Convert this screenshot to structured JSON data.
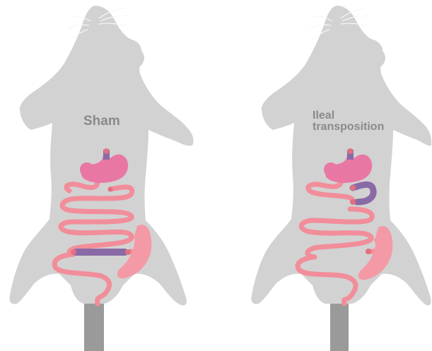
{
  "panels": [
    {
      "label_lines": [
        "Sham"
      ]
    },
    {
      "label_lines": [
        "Ileal",
        "transposition"
      ]
    }
  ],
  "colors": {
    "background": "#ffffff",
    "body_silhouette": "#d2d2d2",
    "whiskers": "#f7f7f7",
    "tail": "#9a9a9a",
    "label": "#8a8a8a",
    "intestine": "#f28d9a",
    "intestine_dark": "#e36f80",
    "stomach": "#e878a3",
    "ileum_segment": "#8a6aa6",
    "cecum": "#f39aa6"
  }
}
